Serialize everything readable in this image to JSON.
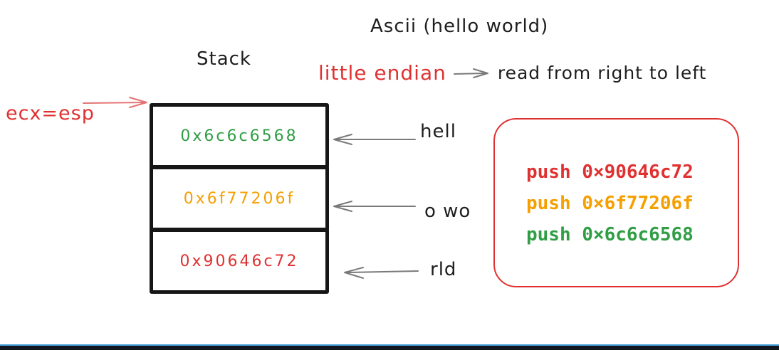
{
  "title": "Ascii (hello world)",
  "endian_note": {
    "highlight": "little endian",
    "rest": "read from right to left"
  },
  "stack": {
    "label": "Stack",
    "pointer_label": "ecx=esp",
    "cells": [
      {
        "value": "0x6c6c6568",
        "color": "#2f9e44",
        "annotation": "hell"
      },
      {
        "value": "0x6f77206f",
        "color": "#f59f00",
        "annotation": "o wo"
      },
      {
        "value": "0x90646c72",
        "color": "#e03131",
        "annotation": "rld"
      }
    ]
  },
  "code_box": {
    "lines": [
      {
        "text": "push 0×90646c72",
        "color": "#e03131"
      },
      {
        "text": "push 0×6f77206f",
        "color": "#f59f00"
      },
      {
        "text": "push 0×6c6c6568",
        "color": "#2f9e44"
      }
    ]
  },
  "colors": {
    "ink": "#1e1e1e",
    "red": "#e03131",
    "orange": "#f59f00",
    "green": "#2f9e44",
    "arrow_gray": "#7a7a7a",
    "pointer_arrow_red": "#e57373",
    "statusbar_blue": "#4aa3dd",
    "statusbar_dark": "#12161f"
  }
}
